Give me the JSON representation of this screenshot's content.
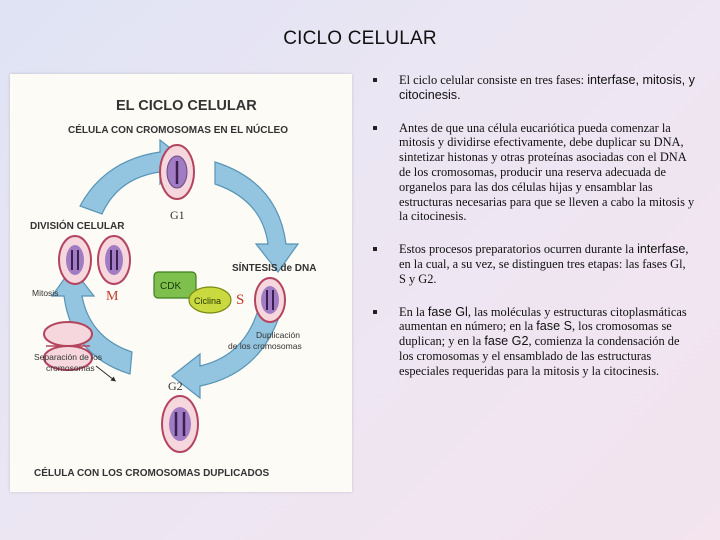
{
  "slide": {
    "title": "CICLO CELULAR"
  },
  "figure": {
    "heading": "EL CICLO CELULAR",
    "subheading": "CÉLULA CON CROMOSOMAS EN EL NÚCLEO",
    "label_division": "DIVISIÓN CELULAR",
    "label_g1": "G1",
    "label_sintesis": "SÍNTESIS de DNA",
    "label_mitosis": "Mitosis",
    "label_m": "M",
    "label_s": "S",
    "label_cdk": "CDK",
    "label_ciclina": "Ciclina",
    "label_duplicacion_1": "Duplicación",
    "label_duplicacion_2": "de los cromosomas",
    "label_separacion_1": "Separación de los",
    "label_separacion_2": "cromosomas",
    "label_g2": "G2",
    "footer": "CÉLULA CON LOS CROMOSOMAS DUPLICADOS"
  },
  "bullets": [
    {
      "a": "El ciclo celular consiste en tres fases: ",
      "b": "interfase, mitosis, y citocinesis."
    },
    {
      "a": "Antes de que una célula eucariótica pueda comenzar la mitosis y dividirse efectivamente, debe duplicar su DNA, sintetizar histonas y otras proteínas asociadas con el DNA de los cromosomas, producir una reserva adecuada de organelos para las dos células hijas y ensamblar las estructuras necesarias para que se lleven a cabo la mitosis y la citocinesis."
    },
    {
      "a": "Estos procesos preparatorios ocurren durante la ",
      "b": "interfase",
      "c": ", en la cual, a su vez, se distinguen tres etapas: las fases Gl, S y G2."
    },
    {
      "a": "En la ",
      "b": "fase Gl",
      "c": ", las moléculas y estructuras citoplasmáticas aumentan en número; en la ",
      "d": "fase S",
      "e": ", los cromosomas se duplican; y en la ",
      "f": "fase G2",
      "g": ", comienza la condensación de los cromosomas y el ensamblado de las estructuras especiales requeridas para la mitosis y la citocinesis."
    }
  ],
  "colors": {
    "arrow": "#8fc3df",
    "arrow_stroke": "#4f8fb3",
    "cell_fill": "#f6d7de",
    "cell_stroke": "#b4455f",
    "nucleus": "#a27cc3",
    "cdk": "#7fbf4d",
    "ciclina": "#c9d93f",
    "red_text": "#c0392b"
  }
}
